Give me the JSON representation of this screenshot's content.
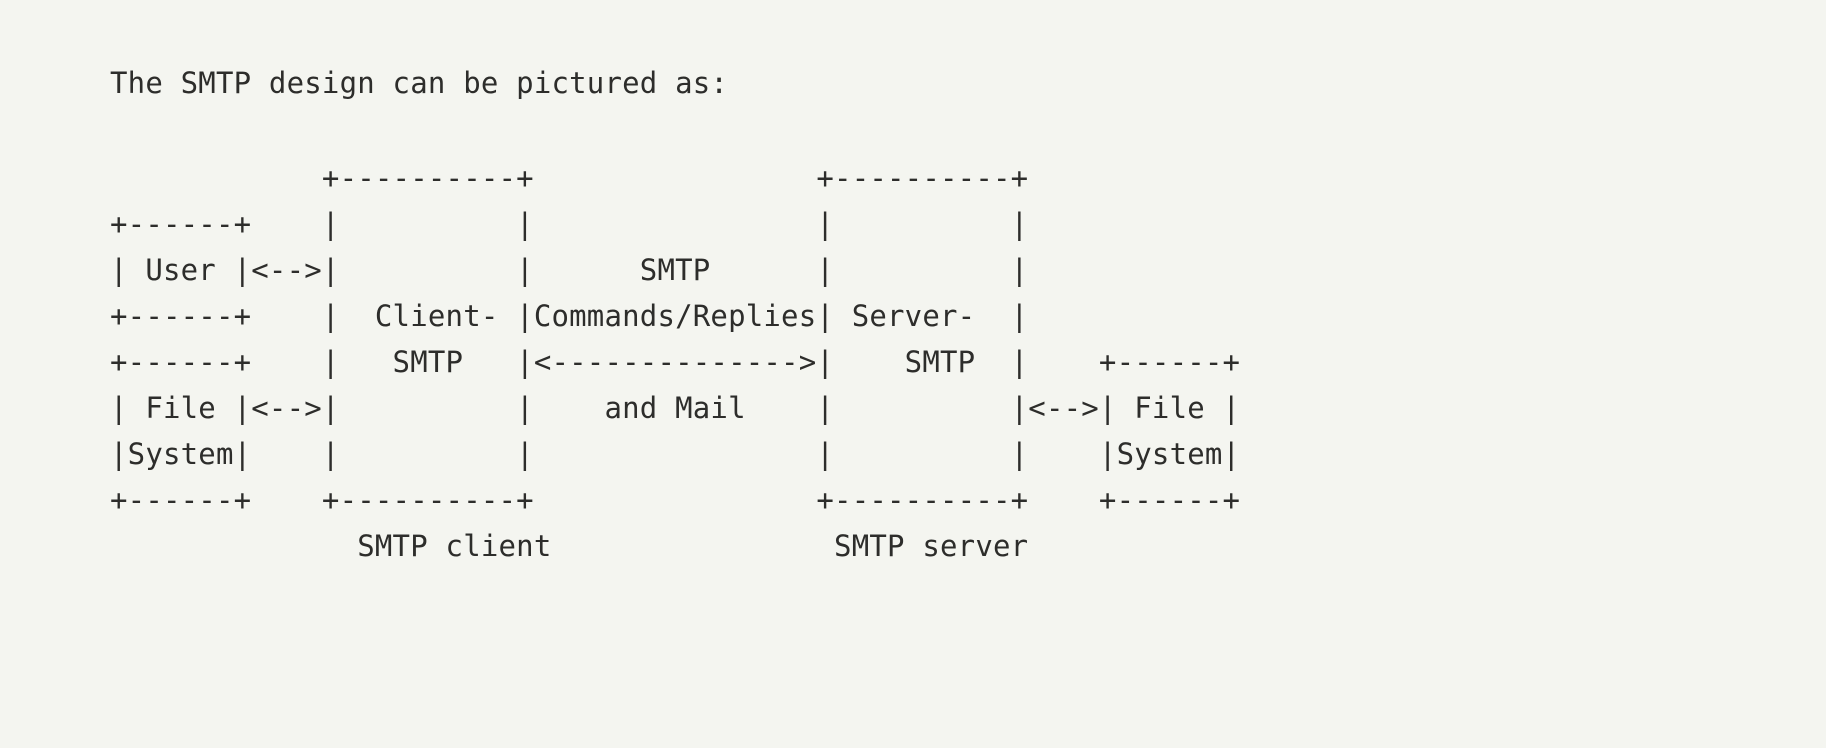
{
  "document": {
    "intro_text": "The SMTP design can be pictured as:",
    "background_color": "#f4f5f0",
    "text_color": "#2d2d2b"
  },
  "diagram": {
    "title": "SMTP design",
    "type": "ascii-art",
    "lines": [
      "            +----------+                +----------+",
      "+------+    |          |                |          |",
      "| User |<-->|          |      SMTP      |          |",
      "+------+    |  Client- |Commands/Replies| Server-  |",
      "+------+    |   SMTP   |<-------------->|    SMTP  |    +------+",
      "| File |<-->|          |    and Mail    |          |<-->| File |",
      "|System|    |          |                |          |    |System|",
      "+------+    +----------+                +----------+    +------+",
      "              SMTP client                SMTP server"
    ],
    "labels": {
      "user_box": "User",
      "left_file_system_box": "File System",
      "client_box": "Client- SMTP",
      "server_box": "Server- SMTP",
      "right_file_system_box": "File System",
      "link_label_line1": "SMTP",
      "link_label_line2": "Commands/Replies",
      "link_label_line3": "and Mail",
      "client_caption": "SMTP client",
      "server_caption": "SMTP server"
    }
  }
}
